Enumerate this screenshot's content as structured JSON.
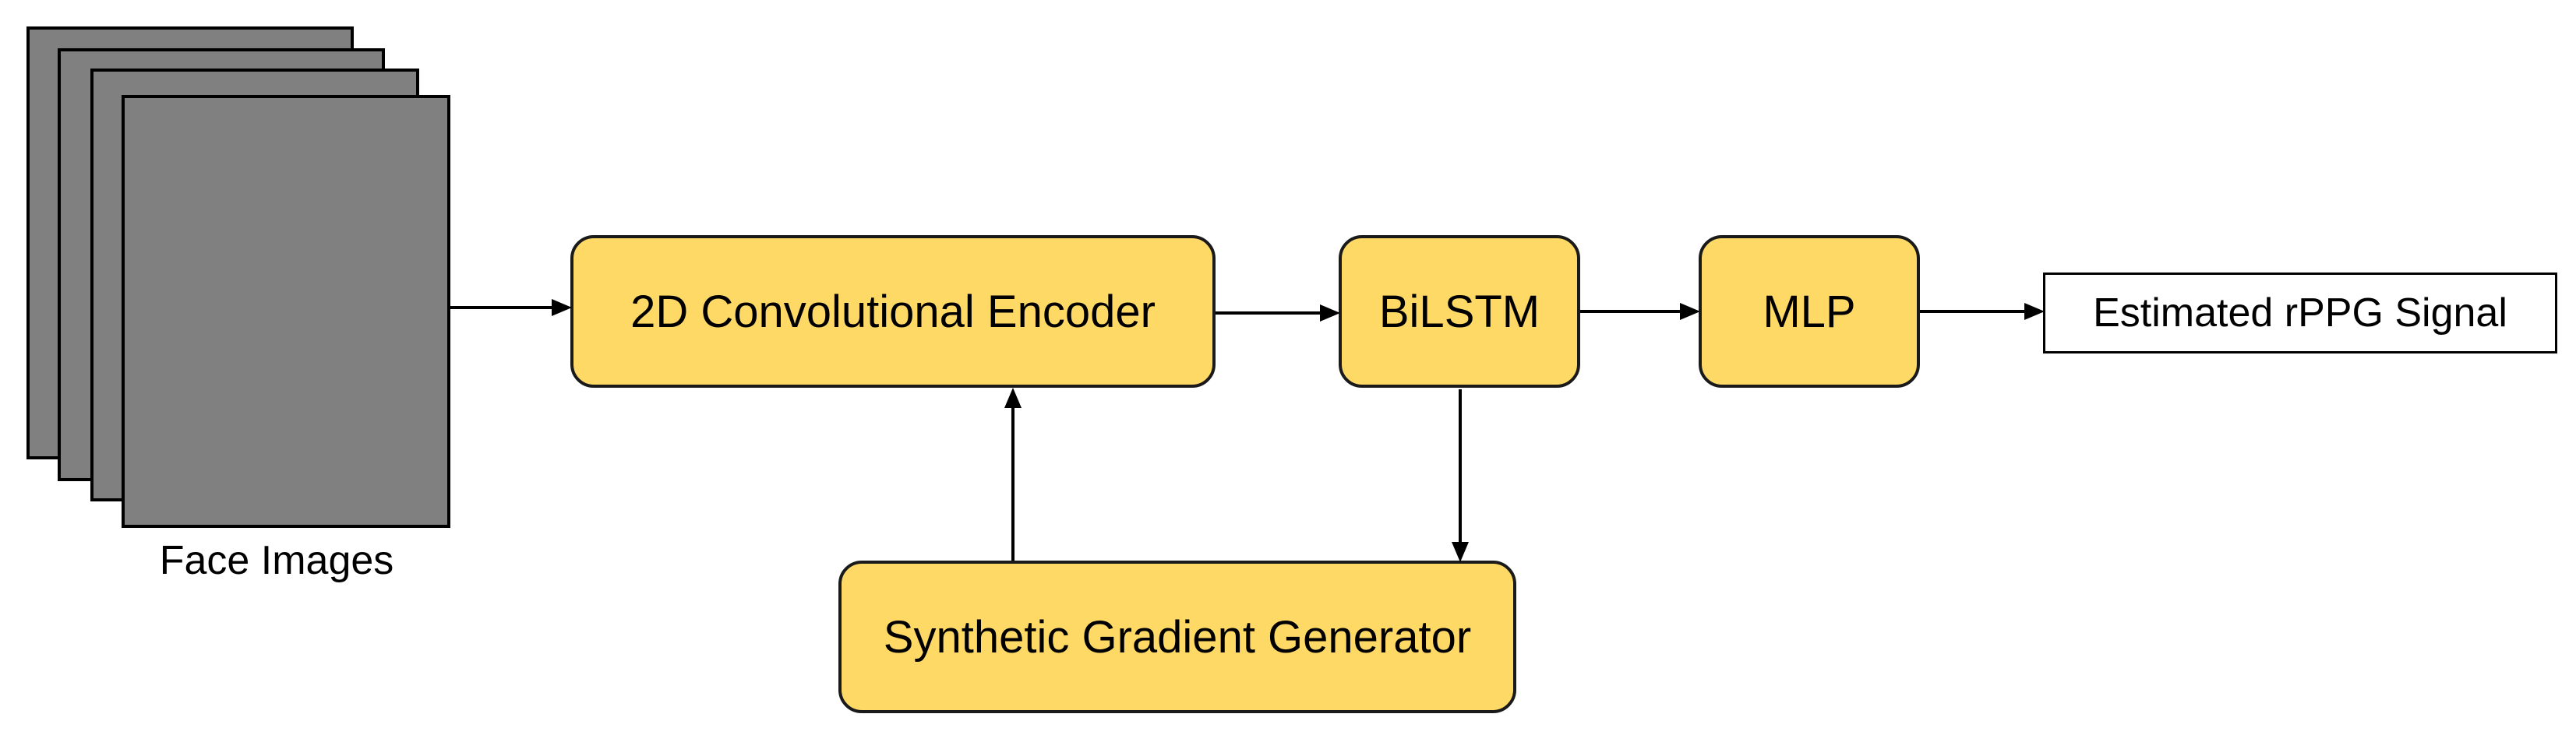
{
  "input": {
    "caption": "Face Images",
    "frame_color": "#808080"
  },
  "blocks": {
    "encoder": "2D Convolutional Encoder",
    "bilstm": "BiLSTM",
    "mlp": "MLP",
    "synthetic": "Synthetic Gradient Generator"
  },
  "output": {
    "label": "Estimated rPPG Signal"
  },
  "colors": {
    "block_fill": "#ffd966",
    "frame_fill": "#808080",
    "stroke": "#000000"
  }
}
